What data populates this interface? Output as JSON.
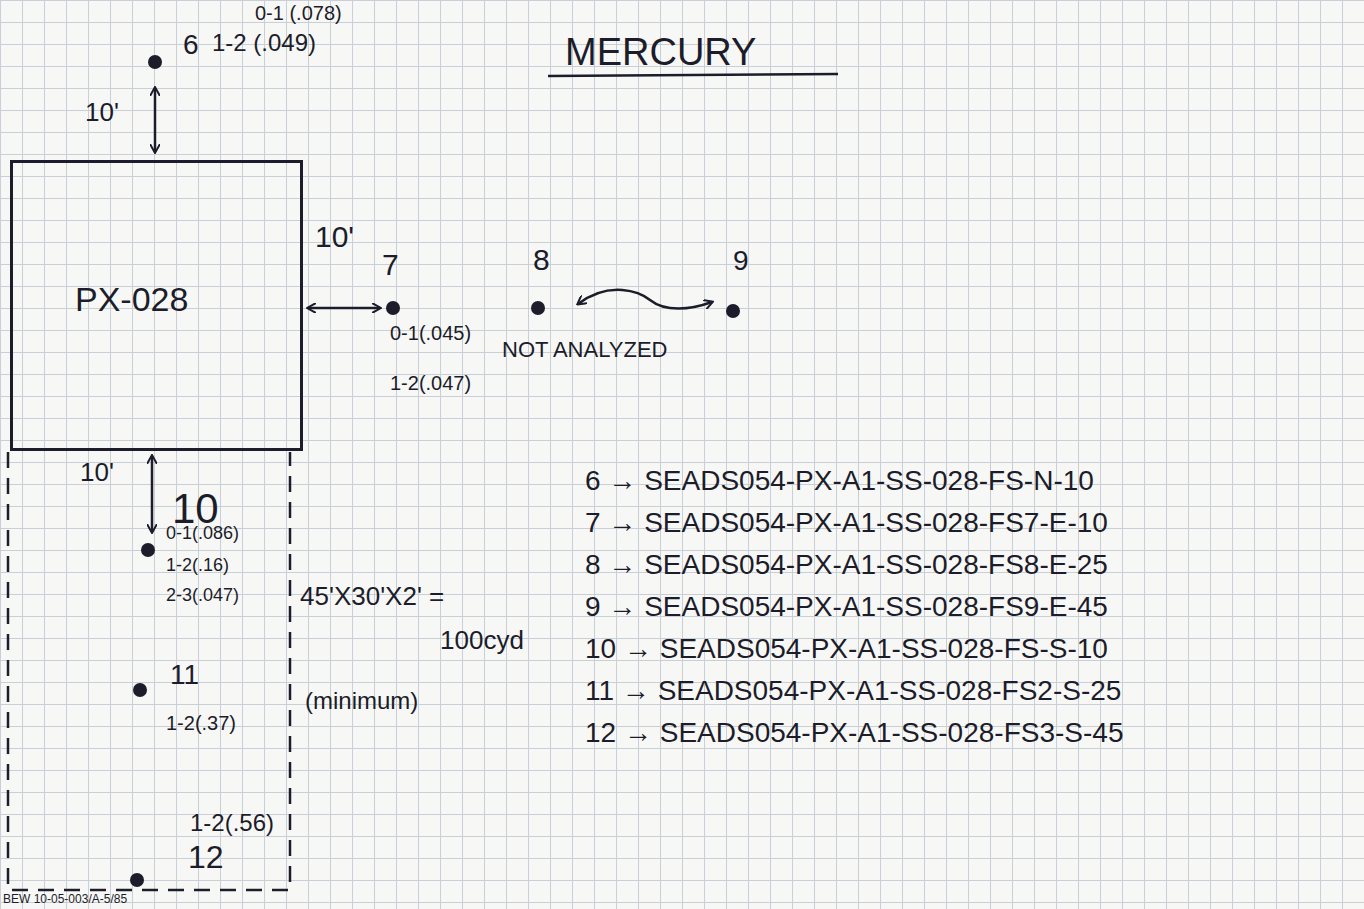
{
  "diagram": {
    "title": "MERCURY",
    "nodes": [
      {
        "text": [
          "PX-028"
        ]
      }
    ],
    "labels": [
      "0-1 (.078)",
      "6",
      "1-2 (.049)",
      "10'",
      "10'",
      "7",
      "8",
      "9",
      "0-1(.045)",
      "NOT ANALYZED",
      "1-2(.047)",
      "10'",
      "10",
      "0-1(.086)",
      "1-2(.16)",
      "2-3(.047)",
      "45'X30'X2' =",
      "100cyd",
      "(minimum)",
      "11",
      "1-2(.37)",
      "1-2(.56)",
      "12",
      "6 → SEADS054-PX-A1-SS-028-FS-N-10",
      "7 → SEADS054-PX-A1-SS-028-FS7-E-10",
      "8 → SEADS054-PX-A1-SS-028-FS8-E-25",
      "9 → SEADS054-PX-A1-SS-028-FS9-E-45",
      "10 → SEADS054-PX-A1-SS-028-FS-S-10",
      "11 → SEADS054-PX-A1-SS-028-FS2-S-25",
      "12 → SEADS054-PX-A1-SS-028-FS3-S-45",
      "BEW 10-05-003/A-5/85"
    ]
  }
}
